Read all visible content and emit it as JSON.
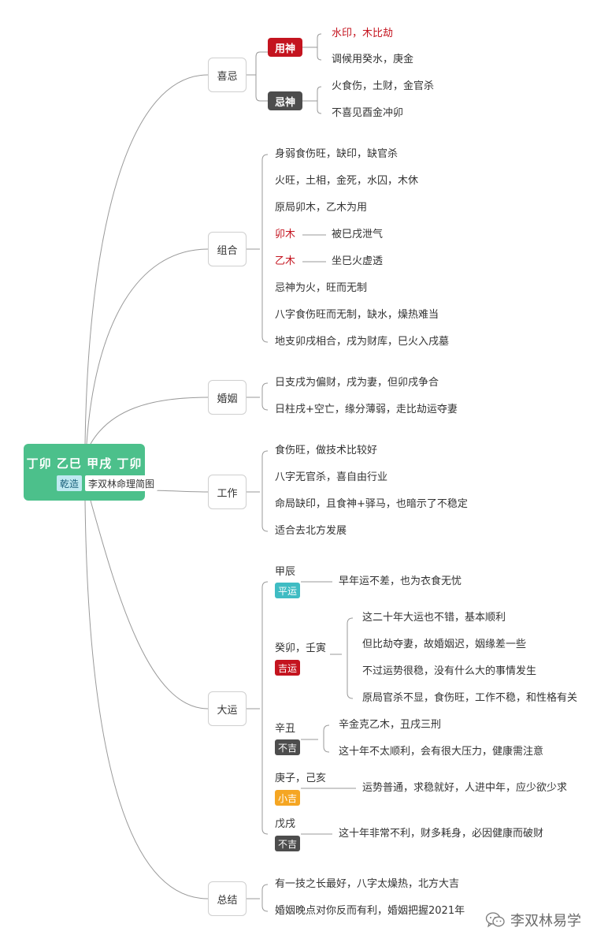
{
  "root": {
    "title": "丁卯 乙巳 甲戌 丁卯",
    "tag_gender": "乾造",
    "tag_name": "李双林命理简图"
  },
  "colors": {
    "root_green": "#4cc08b",
    "accent_red": "#c4141f",
    "tag_dark": "#4d4d4d",
    "tag_teal": "#3fbcc3",
    "tag_red": "#c4141f",
    "tag_orange": "#f5a623"
  },
  "branches": {
    "xiji": {
      "label": "喜忌",
      "yongshen": {
        "tag": "用神",
        "items": [
          "水印，木比劫",
          "调候用癸水，庚金"
        ]
      },
      "jishen": {
        "tag": "忌神",
        "items": [
          "火食伤，土财，金官杀",
          "不喜见酉金冲卯"
        ]
      }
    },
    "zuhe": {
      "label": "组合",
      "items": [
        "身弱食伤旺，缺印，缺官杀",
        "火旺，土相，金死，水囚，木休",
        "原局卯木，乙木为用",
        "卯木",
        "乙木",
        "忌神为火，旺而无制",
        "八字食伤旺而无制，缺水，燥热难当",
        "地支卯戌相合，戌为财库，巳火入戌墓"
      ],
      "sub": [
        "被巳戌泄气",
        "坐巳火虚透"
      ]
    },
    "hunyin": {
      "label": "婚姻",
      "items": [
        "日支戌为偏财，戌为妻，但卯戌争合",
        "日柱戌+空亡，缘分薄弱，走比劫运夺妻"
      ]
    },
    "gongzuo": {
      "label": "工作",
      "items": [
        "食伤旺，做技术比较好",
        "八字无官杀，喜自由行业",
        "命局缺印，且食神+驿马，也暗示了不稳定",
        "适合去北方发展"
      ]
    },
    "dayun": {
      "label": "大运",
      "periods": [
        {
          "name": "甲辰",
          "tag": "平运",
          "items": [
            "早年运不差，也为衣食无忧"
          ]
        },
        {
          "name": "癸卯，壬寅",
          "tag": "吉运",
          "items": [
            "这二十年大运也不错，基本顺利",
            "但比劫夺妻，故婚姻迟，姻缘差一些",
            "不过运势很稳，没有什么大的事情发生",
            "原局官杀不显，食伤旺，工作不稳，和性格有关"
          ]
        },
        {
          "name": "辛丑",
          "tag": "不吉",
          "items": [
            "辛金克乙木，丑戌三刑",
            "这十年不太顺利，会有很大压力，健康需注意"
          ]
        },
        {
          "name": "庚子，己亥",
          "tag": "小吉",
          "items": [
            "运势普通，求稳就好，人进中年，应少欲少求"
          ]
        },
        {
          "name": "戊戌",
          "tag": "不吉",
          "items": [
            "这十年非常不利，财多耗身，必因健康而破财"
          ]
        }
      ]
    },
    "zongjie": {
      "label": "总结",
      "items": [
        "有一技之长最好，八字太燥热，北方大吉",
        "婚姻晚点对你反而有利，婚姻把握2021年"
      ]
    }
  },
  "watermark": {
    "text": "李双林易学",
    "icon": "wechat-icon"
  }
}
